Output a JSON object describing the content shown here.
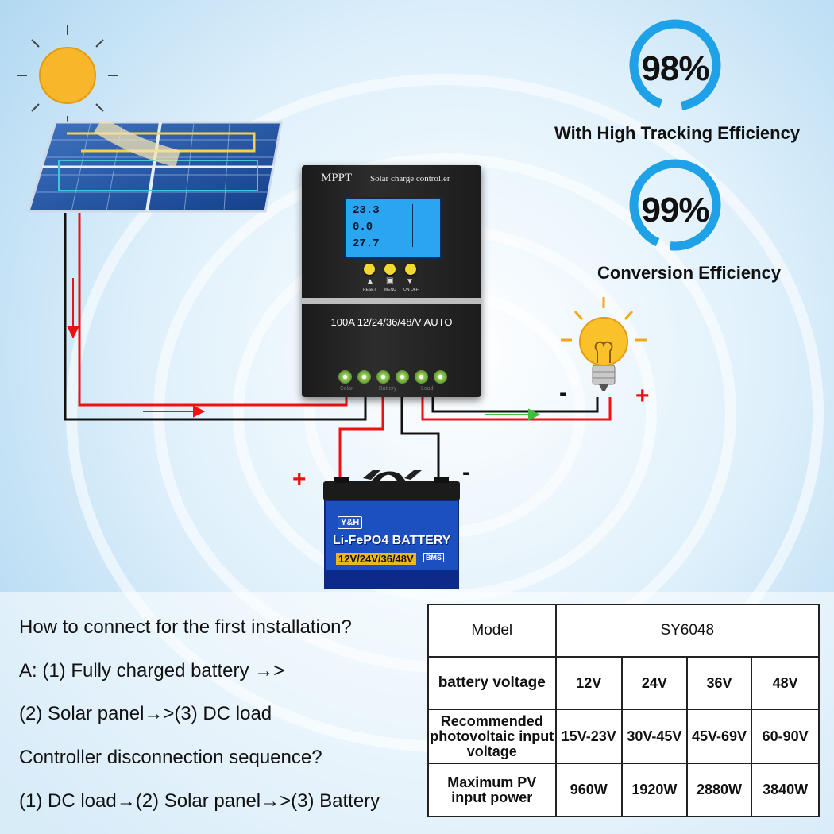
{
  "efficiency": [
    {
      "value": "98%",
      "label": "With High Tracking Efficiency"
    },
    {
      "value": "99%",
      "label": "Conversion Efficiency"
    }
  ],
  "controller": {
    "brand": "MPPT",
    "title": "Solar charge controller",
    "lcd": {
      "row1": "23.3",
      "row2": "0.0",
      "row3": "27.7"
    },
    "buttons": [
      "RESET",
      "MENU",
      "ON OFF"
    ],
    "rating": "100A 12/24/36/48/V AUTO",
    "terminals": [
      "Solar",
      "Battery",
      "Load"
    ]
  },
  "battery": {
    "brand": "Y&H",
    "title": "Li-FePO4 BATTERY",
    "voltage": "12V/24V/36/48V",
    "bms": "BMS"
  },
  "polarity": {
    "plus": "+",
    "minus": "-"
  },
  "instructions": [
    "How to connect for the first installation?",
    " A: (1) Fully charged battery →>",
    "(2) Solar panel→>(3) DC load",
    "Controller disconnection sequence?",
    "(1) DC load→(2) Solar panel→>(3) Battery"
  ],
  "spec_table": {
    "model_header": "Model",
    "model_value": "SY6048",
    "rows": [
      {
        "label": "battery voltage",
        "values": [
          "12V",
          "24V",
          "36V",
          "48V"
        ]
      },
      {
        "label": "Recommended photovoltaic input voltage",
        "values": [
          "15V-23V",
          "30V-45V",
          "45V-69V",
          "60-90V"
        ]
      },
      {
        "label": "Maximum PV input power",
        "values": [
          "960W",
          "1920W",
          "2880W",
          "3840W"
        ]
      }
    ]
  },
  "colors": {
    "accent_ring": "#1ea1e6",
    "positive_wire": "#e11111",
    "negative_wire": "#111111",
    "flow_arrow": "#3fbf3f"
  }
}
